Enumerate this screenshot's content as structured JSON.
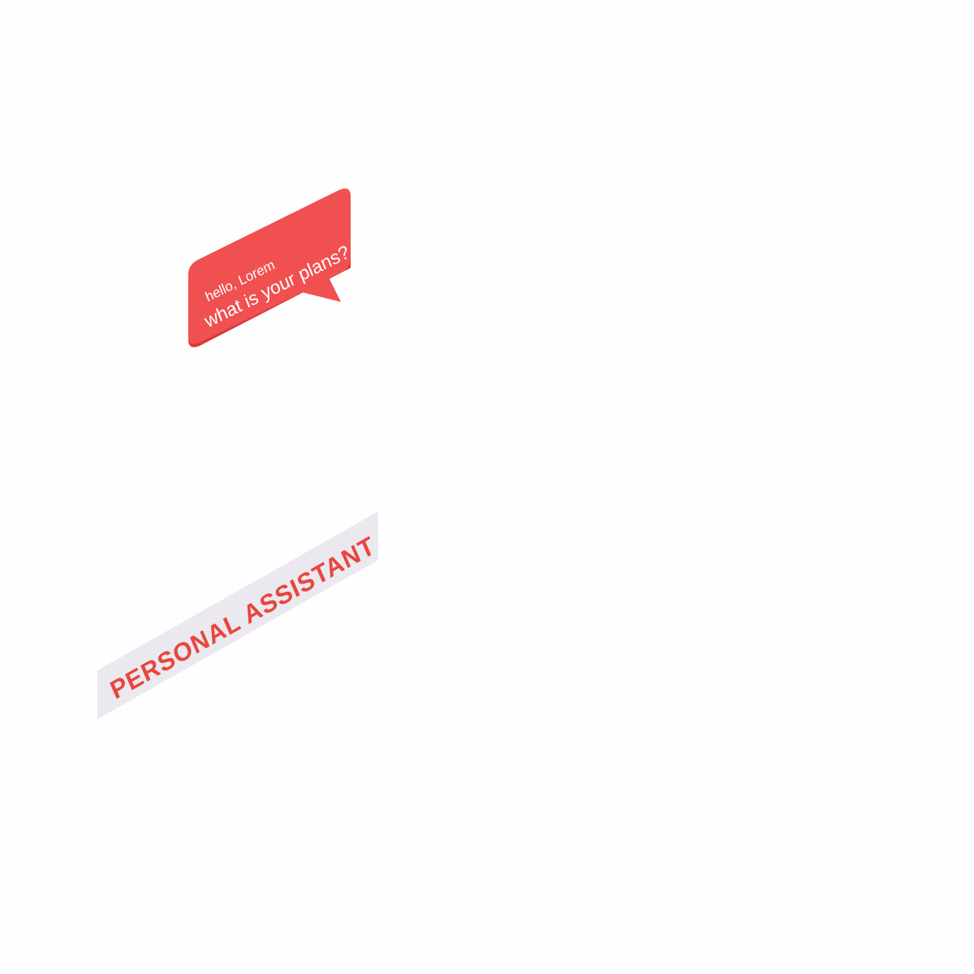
{
  "speech_bubble": {
    "greeting": "hello, Lorem",
    "question": "what is your plans?",
    "face_color": "#f05050",
    "side_color": "#d83838"
  },
  "banner": {
    "label": "PERSONAL ASSISTANT",
    "background_color": "#ebe9ef",
    "text_color": "#e8463e"
  }
}
